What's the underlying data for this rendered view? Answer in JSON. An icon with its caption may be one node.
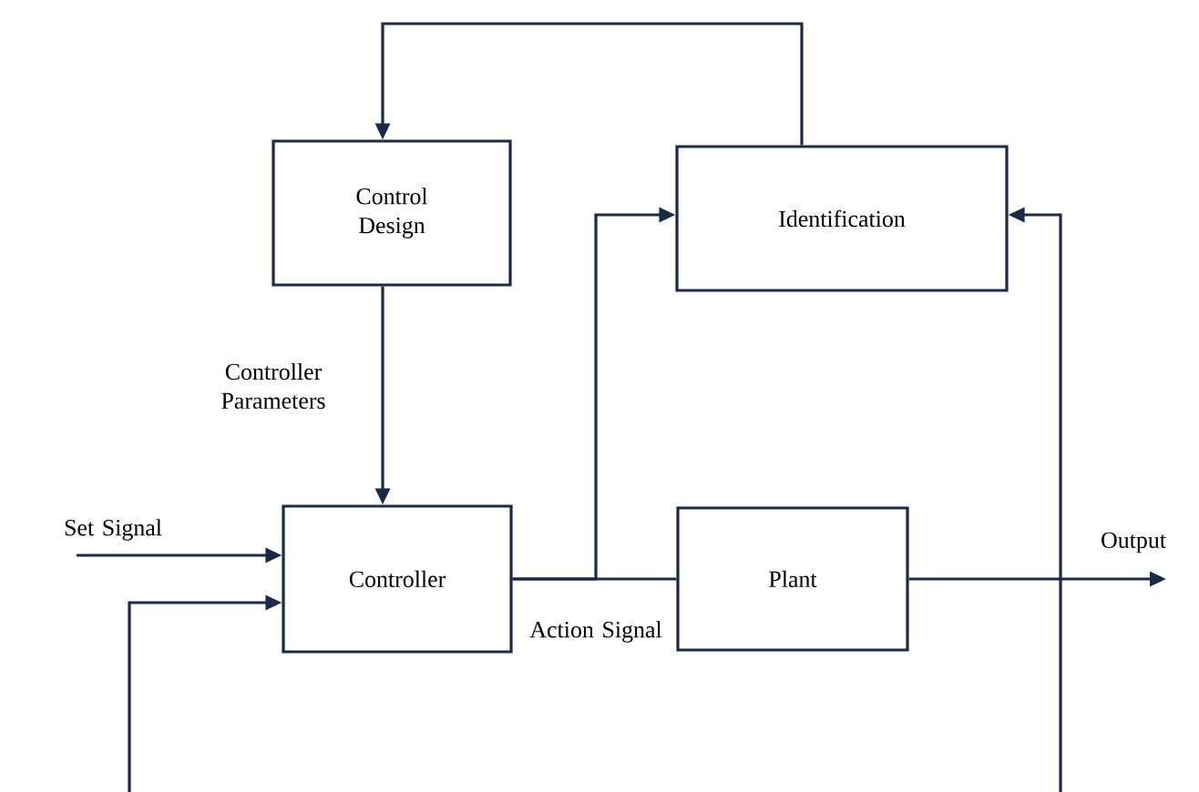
{
  "diagram": {
    "nodes": [
      {
        "text": [
          "Control Design"
        ]
      },
      {
        "text": [
          "Identification"
        ]
      },
      {
        "text": [
          "Controller"
        ]
      },
      {
        "text": [
          "Plant"
        ]
      }
    ],
    "edges": [
      {
        "from": 1,
        "to": 0,
        "arrow": "to"
      },
      {
        "from": 0,
        "to": 2,
        "arrow": "to",
        "label": "Controller Parameters"
      },
      {
        "from": null,
        "to": 2,
        "arrow": "to",
        "label": "Set Signal"
      },
      {
        "from": null,
        "to": 2,
        "arrow": "to"
      },
      {
        "from": 2,
        "to": 3,
        "arrow": "none",
        "label": "Action Signal"
      },
      {
        "from": 2,
        "to": 1,
        "arrow": "to"
      },
      {
        "from": 3,
        "to": null,
        "arrow": "to",
        "label": "Output"
      },
      {
        "from": null,
        "to": 1,
        "arrow": "to"
      }
    ]
  }
}
